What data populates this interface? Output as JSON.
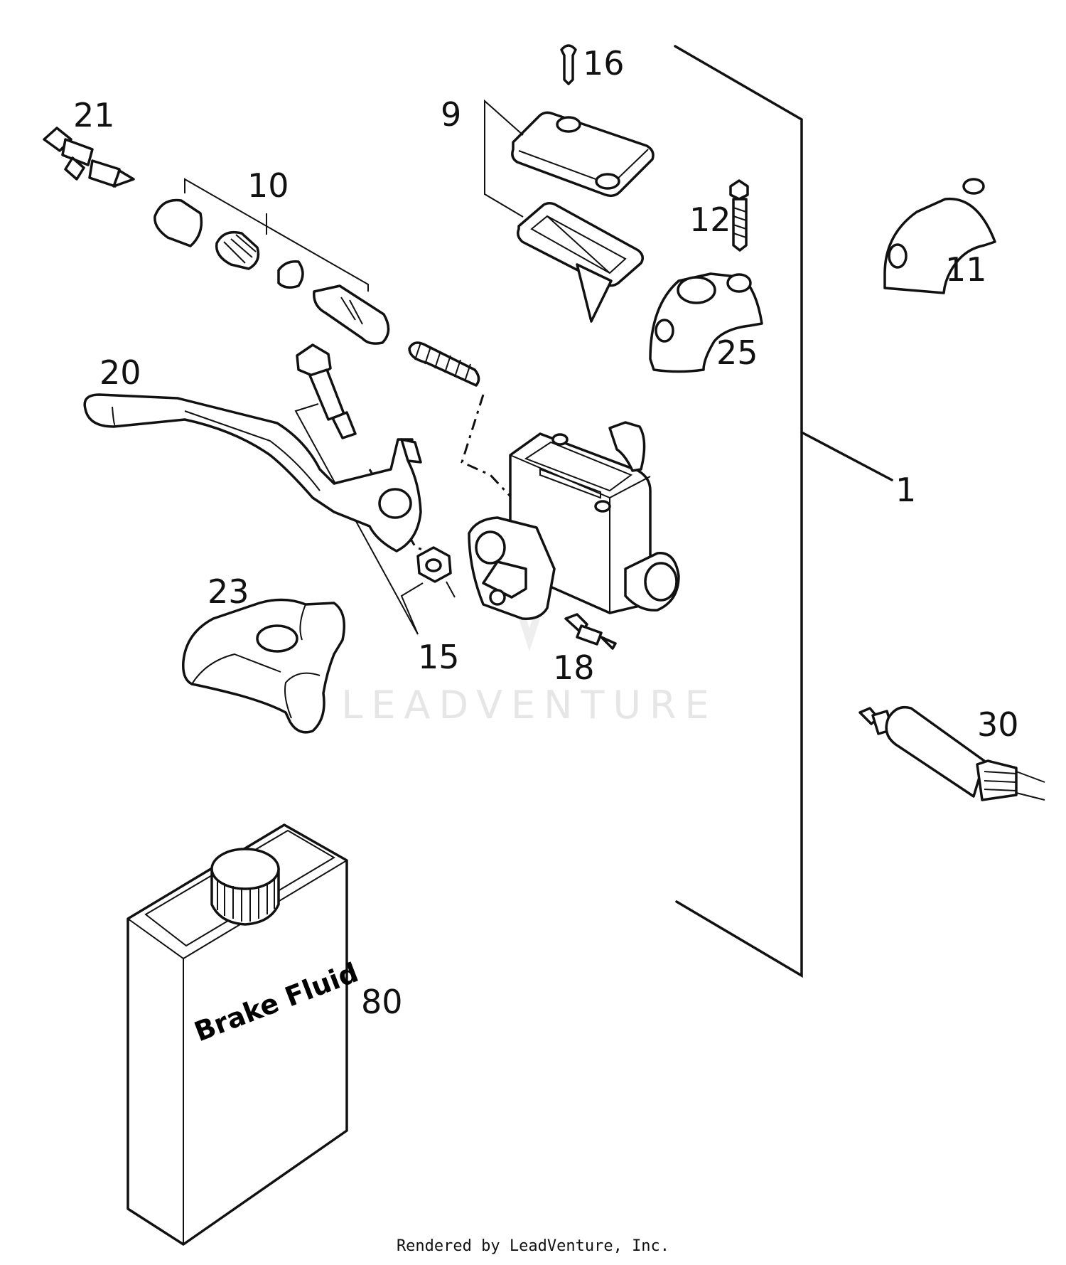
{
  "diagram": {
    "callouts": {
      "c1": "1",
      "c9": "9",
      "c10": "10",
      "c11": "11",
      "c12": "12",
      "c15": "15",
      "c16": "16",
      "c18": "18",
      "c20": "20",
      "c21": "21",
      "c23": "23",
      "c25": "25",
      "c30": "30",
      "c80": "80"
    },
    "container_label": "Brake Fluid",
    "watermark": "LEADVENTURE"
  },
  "footer": "Rendered by LeadVenture, Inc."
}
